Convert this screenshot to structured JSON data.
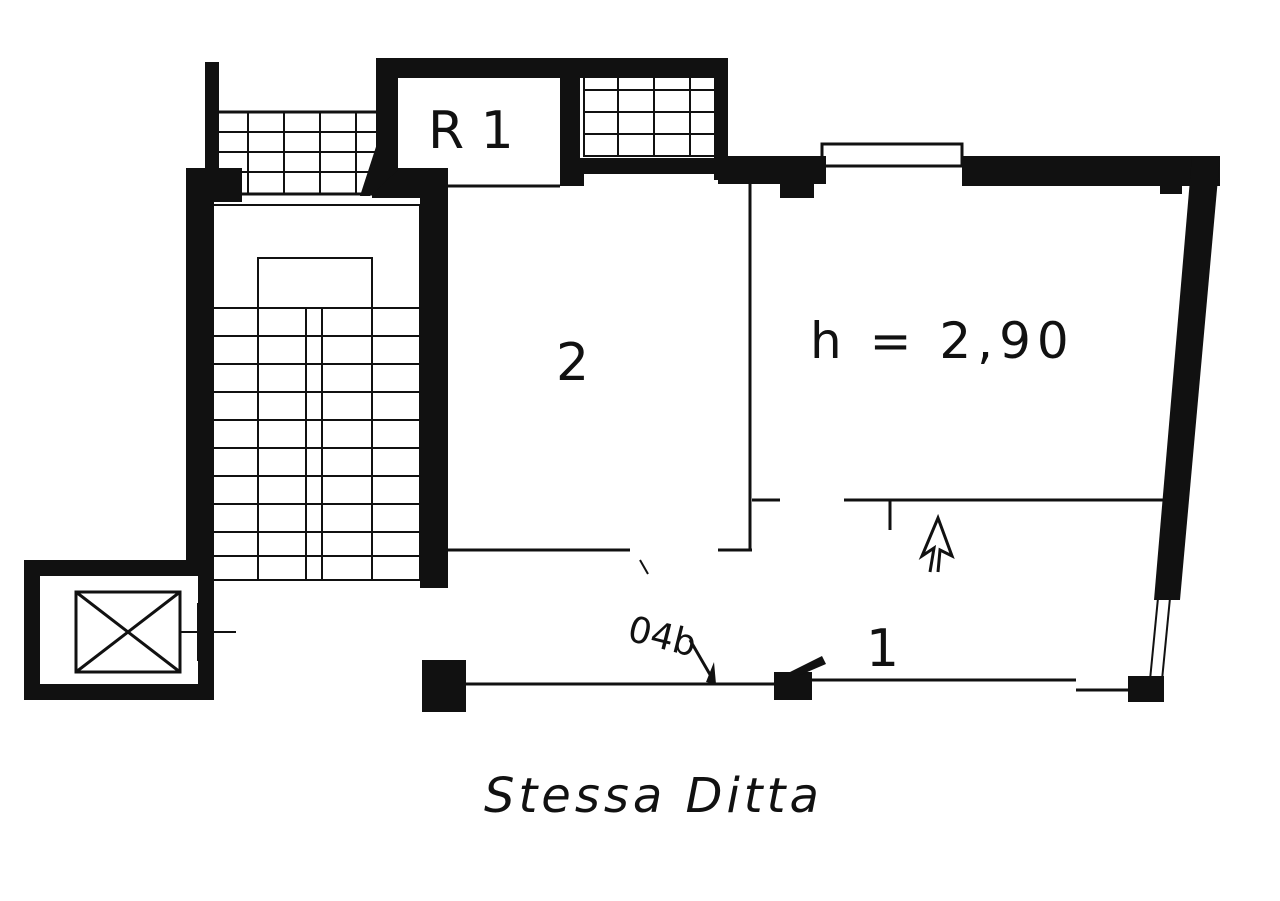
{
  "plan": {
    "labels": {
      "room_r1": "R 1",
      "room_2": "2",
      "room_1": "1",
      "height": "h = 2,90",
      "door_code": "04b",
      "caption": "Stessa Ditta"
    },
    "colors": {
      "ink": "#111111",
      "paper": "#ffffff"
    }
  }
}
